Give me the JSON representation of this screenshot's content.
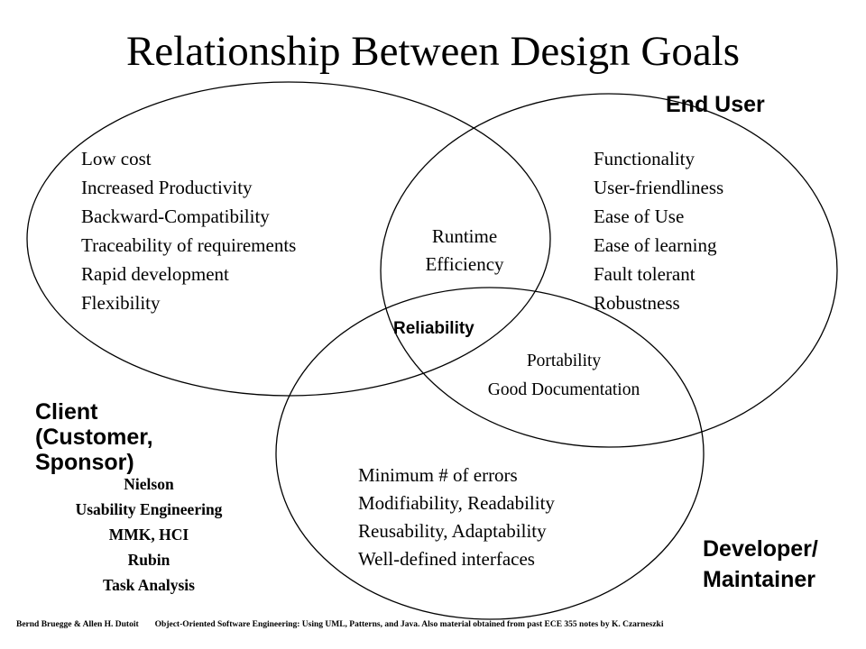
{
  "title": "Relationship Between Design Goals",
  "roles": {
    "end_user": "End User",
    "client": [
      "Client",
      "(Customer,",
      "Sponsor)"
    ],
    "developer": [
      "Developer/",
      "Maintainer"
    ]
  },
  "client_goals": [
    "Low cost",
    "Increased Productivity",
    "Backward-Compatibility",
    "Traceability of requirements",
    "Rapid development",
    "Flexibility"
  ],
  "end_user_goals": [
    "Functionality",
    "User-friendliness",
    "Ease of Use",
    "Ease of learning",
    "Fault tolerant",
    "Robustness"
  ],
  "client_end_user_overlap": [
    "Runtime",
    "Efficiency"
  ],
  "all_overlap": "Reliability",
  "end_user_developer_overlap": [
    "Portability",
    "Good Documentation"
  ],
  "developer_goals": [
    "Minimum # of errors",
    "Modifiability, Readability",
    "Reusability, Adaptability",
    "Well-defined interfaces"
  ],
  "references": [
    "Nielson",
    "Usability Engineering",
    "MMK, HCI",
    "Rubin",
    "Task Analysis"
  ],
  "footer": {
    "authors": "Bernd Bruegge & Allen H. Dutoit",
    "book": "Object-Oriented Software Engineering: Using UML, Patterns, and Java. Also material obtained from past ECE 355 notes by K. Czarneszki"
  },
  "colors": {
    "background": "#ffffff",
    "stroke": "#000000",
    "text": "#000000"
  }
}
